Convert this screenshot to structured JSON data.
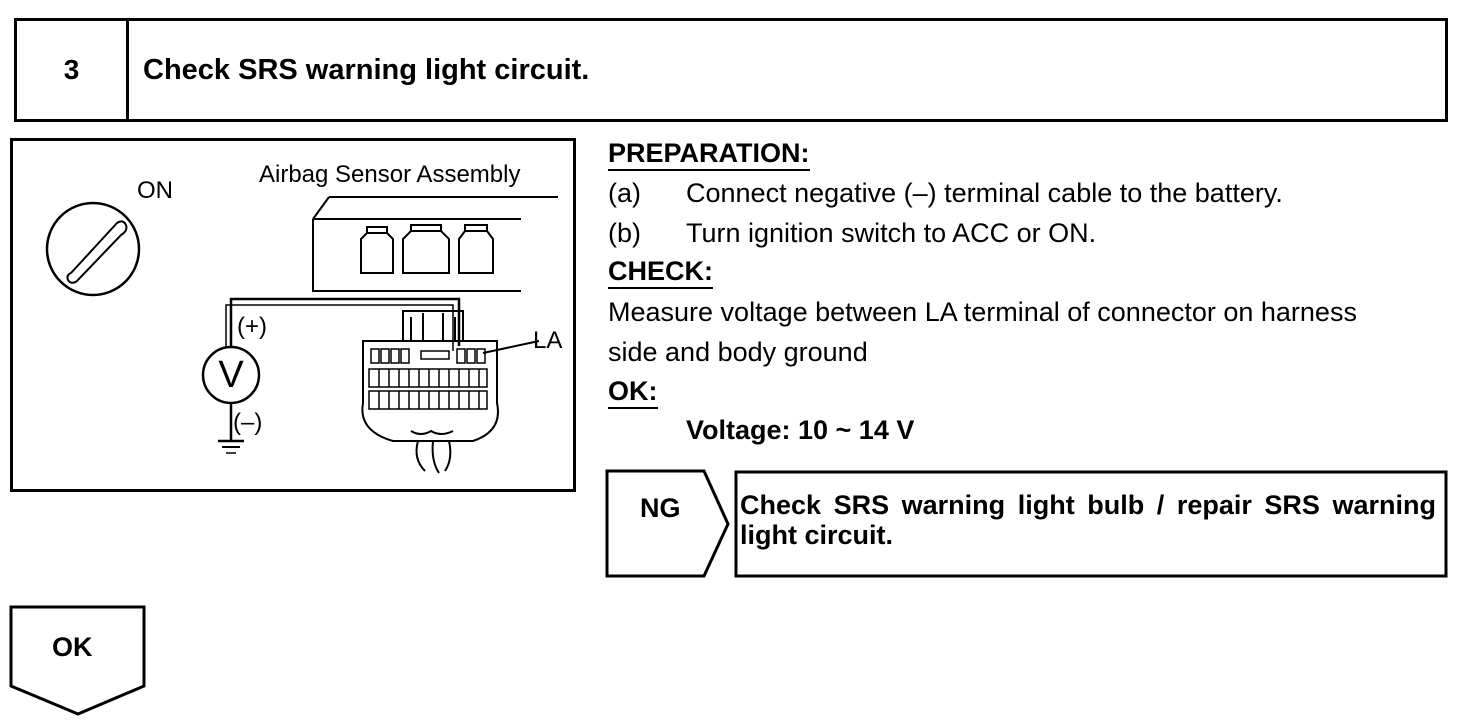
{
  "step": {
    "number": "3",
    "title": "Check SRS warning light circuit."
  },
  "diagram": {
    "switch_label": "ON",
    "component_label": "Airbag Sensor Assembly",
    "plus_label": "(+)",
    "minus_label": "(–)",
    "voltmeter_symbol": "V",
    "terminal_label": "LA"
  },
  "instructions": {
    "preparation_heading": "PREPARATION:",
    "preparation_items": [
      {
        "marker": "(a)",
        "text": "Connect negative (–) terminal cable to the battery."
      },
      {
        "marker": "(b)",
        "text": "Turn ignition switch to ACC or ON."
      }
    ],
    "check_heading": "CHECK:",
    "check_lines": [
      "Measure voltage between LA terminal of connector on harness",
      "side and body ground"
    ],
    "ok_heading": "OK:",
    "ok_value": "Voltage: 10 ~ 14 V"
  },
  "results": {
    "ng_label": "NG",
    "ng_action": "Check SRS warning light bulb / repair SRS warning light circuit.",
    "ok_label": "OK"
  }
}
